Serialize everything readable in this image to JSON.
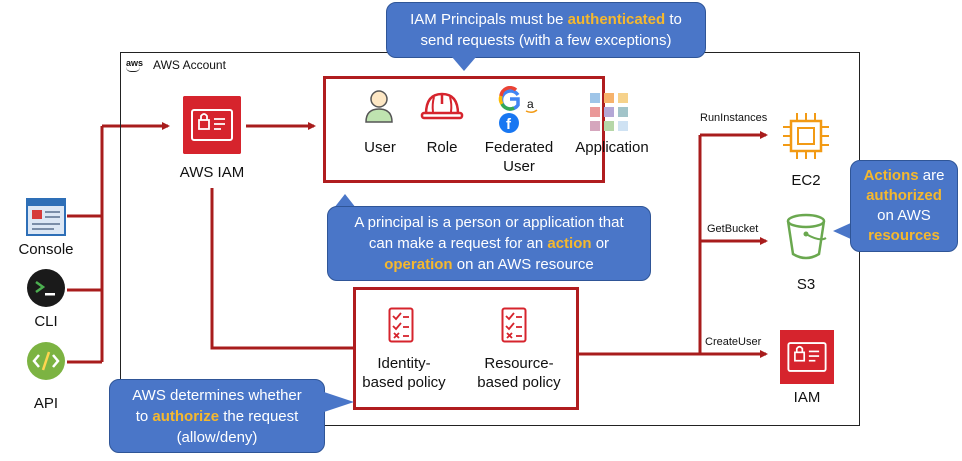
{
  "account": {
    "title": "AWS Account",
    "logo_text": "aws"
  },
  "callouts": {
    "top": {
      "before": "IAM Principals must be ",
      "highlight": "authenticated",
      "after": " to",
      "line2": "send requests (with a few exceptions)"
    },
    "middle": {
      "line1": "A principal is a person or application that",
      "line2_before": "can make a request for an ",
      "line2_highlight": "action",
      "line2_after": " or",
      "line3_highlight": "operation",
      "line3_after": " on an AWS resource"
    },
    "bottom": {
      "line1": "AWS determines whether",
      "line2_before": "to ",
      "line2_highlight": "authorize",
      "line2_after": " the request",
      "line3": "(allow/deny)"
    },
    "right": {
      "line1_highlight": "Actions",
      "line1_after": " are",
      "line2_highlight": "authorized",
      "line3": "on AWS",
      "line4_highlight": "resources"
    }
  },
  "clients": [
    {
      "label": "Console",
      "icon": "console-icon"
    },
    {
      "label": "CLI",
      "icon": "cli-icon"
    },
    {
      "label": "API",
      "icon": "api-icon"
    }
  ],
  "iam": {
    "label": "AWS IAM",
    "icon": "iam-icon"
  },
  "principals": {
    "user": "User",
    "role": "Role",
    "federated_line1": "Federated",
    "federated_line2": "User",
    "application": "Application"
  },
  "policies": {
    "identity_line1": "Identity-",
    "identity_line2": "based policy",
    "resource_line1": "Resource-",
    "resource_line2": "based policy"
  },
  "actions": {
    "run_instances": "RunInstances",
    "get_bucket": "GetBucket",
    "create_user": "CreateUser"
  },
  "resources": {
    "ec2": "EC2",
    "s3": "S3",
    "iam": "IAM"
  },
  "colors": {
    "arrow": "#a81c1c",
    "callout_fill": "#4a76c8",
    "highlight": "#f5b82e",
    "iam_red": "#d6242d",
    "ec2_orange": "#f29a14",
    "s3_green": "#6aa84f"
  }
}
